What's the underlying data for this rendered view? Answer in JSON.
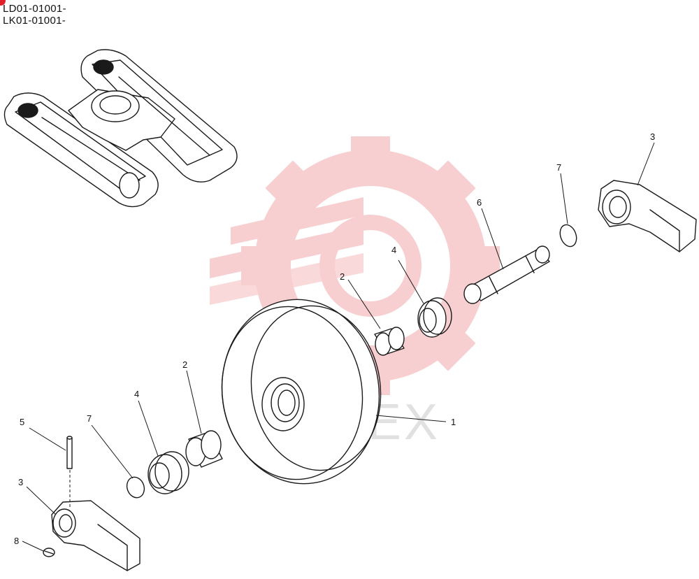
{
  "header": {
    "serials": [
      "LD01-01001-",
      "LK01-01001-"
    ]
  },
  "watermark": {
    "text": "ИНТЕХ",
    "color": "#f2b8bb"
  },
  "callouts": [
    "1",
    "2",
    "2",
    "3",
    "3",
    "4",
    "4",
    "5",
    "6",
    "7",
    "7",
    "8"
  ],
  "colors": {
    "line": "#1a1a1a",
    "accent": "#e0202a"
  }
}
